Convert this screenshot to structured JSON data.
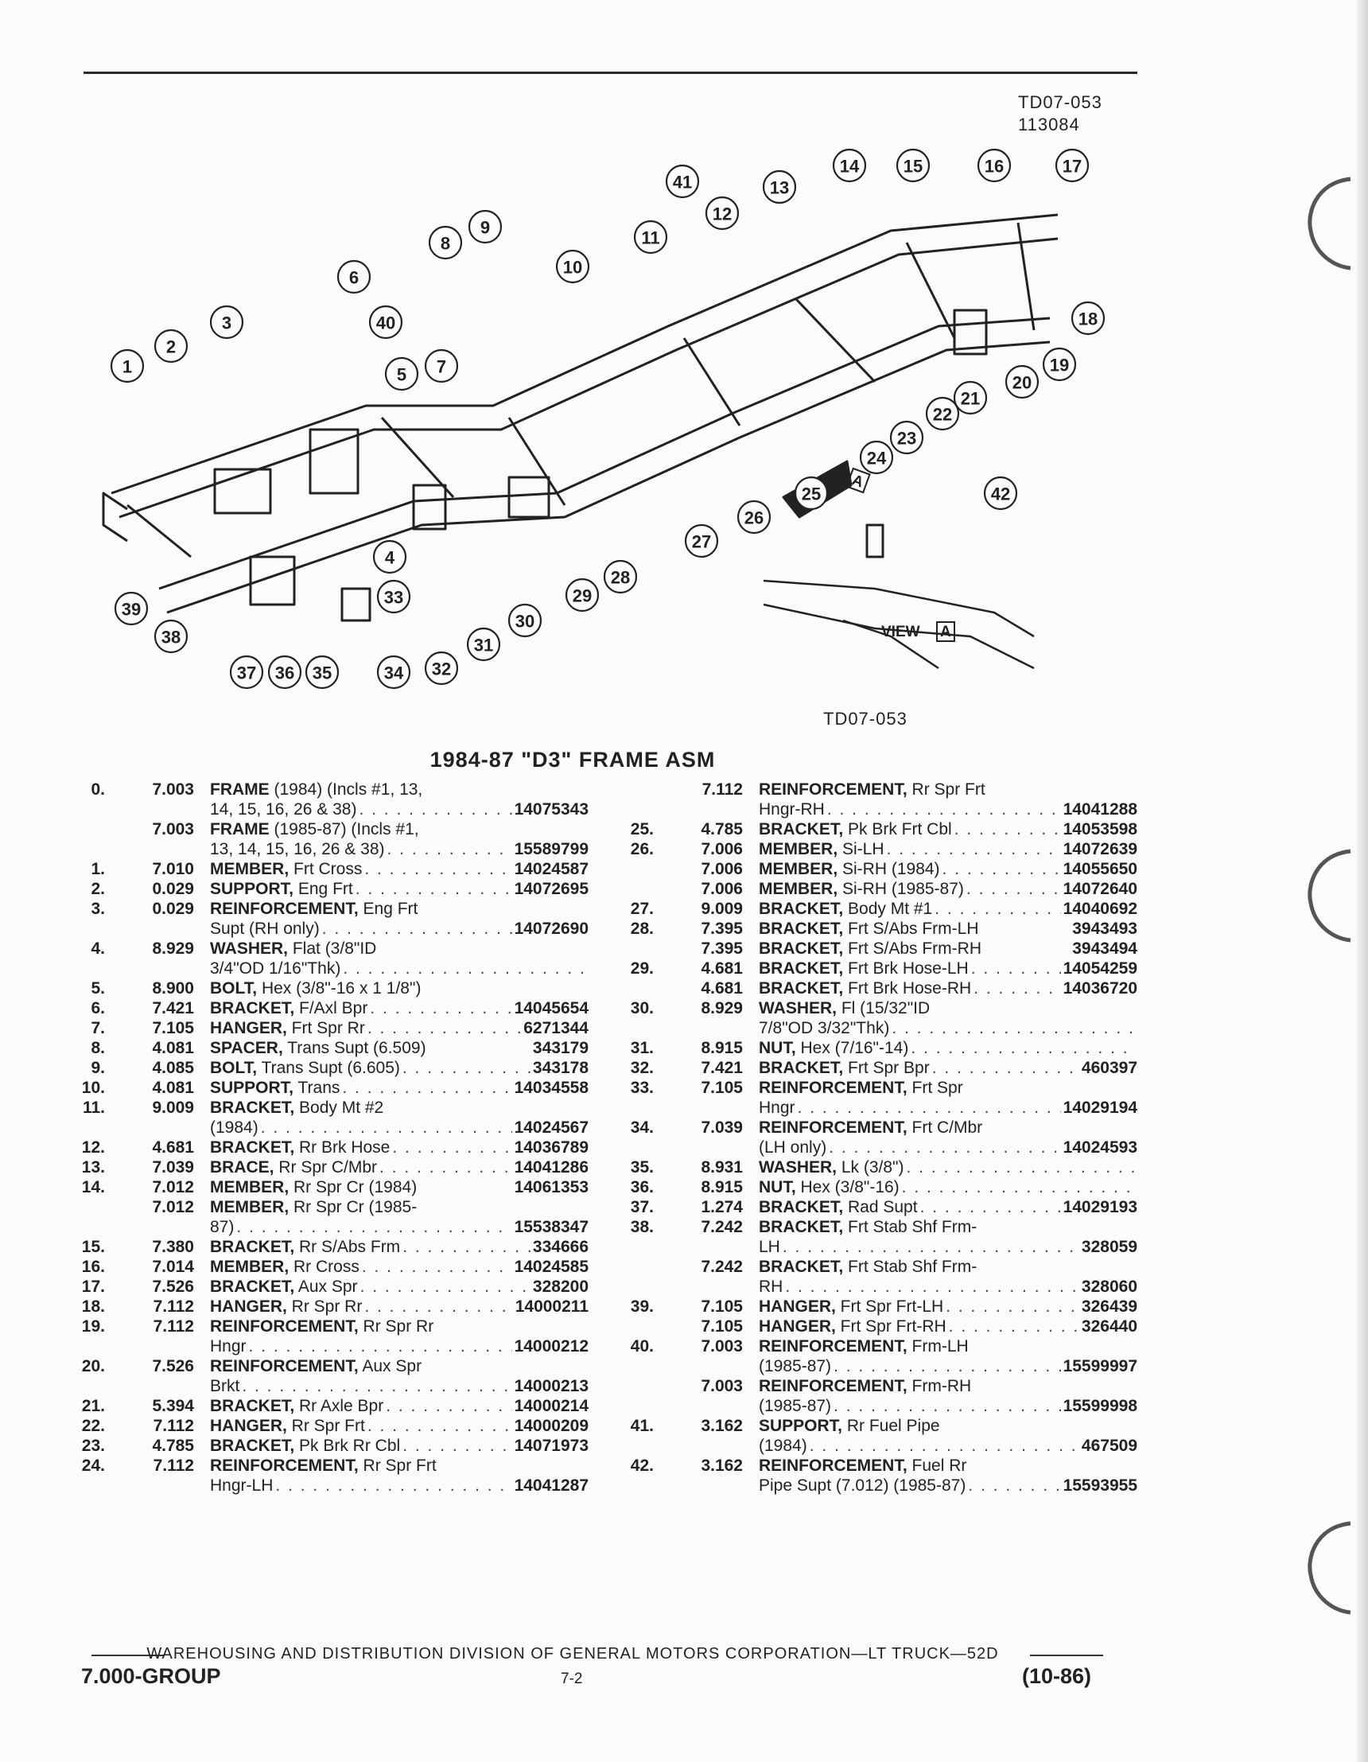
{
  "header": {
    "ref_code": "TD07-053",
    "ref_number": "113084",
    "figure_ref": "TD07-053"
  },
  "figure": {
    "view_label": "VIEW",
    "view_letter": "A",
    "callouts": [
      "1",
      "2",
      "3",
      "4",
      "5",
      "6",
      "7",
      "8",
      "9",
      "10",
      "11",
      "12",
      "13",
      "14",
      "15",
      "16",
      "17",
      "18",
      "19",
      "20",
      "21",
      "22",
      "23",
      "24",
      "25",
      "26",
      "27",
      "28",
      "29",
      "30",
      "31",
      "32",
      "33",
      "34",
      "35",
      "36",
      "37",
      "38",
      "39",
      "40",
      "41",
      "42"
    ]
  },
  "title": "1984-87 \"D3\" FRAME ASM",
  "parts_left": [
    {
      "num": "0.",
      "grp": "7.003",
      "lines": [
        {
          "b": "FRAME",
          "t": " (1984) (Incls #1, 13,"
        },
        {
          "t": "14, 15, 16, 26 & 38)",
          "pn": "14075343"
        }
      ]
    },
    {
      "num": "",
      "grp": "7.003",
      "lines": [
        {
          "b": "FRAME",
          "t": " (1985-87) (Incls #1,"
        },
        {
          "t": "13, 14, 15, 16, 26 & 38)",
          "pn": "15589799"
        }
      ]
    },
    {
      "num": "1.",
      "grp": "7.010",
      "lines": [
        {
          "b": "MEMBER,",
          "t": " Frt Cross",
          "pn": "14024587"
        }
      ]
    },
    {
      "num": "2.",
      "grp": "0.029",
      "lines": [
        {
          "b": "SUPPORT,",
          "t": " Eng Frt",
          "pn": "14072695"
        }
      ]
    },
    {
      "num": "3.",
      "grp": "0.029",
      "lines": [
        {
          "b": "REINFORCEMENT,",
          "t": " Eng Frt"
        },
        {
          "t": "Supt (RH only)",
          "pn": "14072690"
        }
      ]
    },
    {
      "num": "4.",
      "grp": "8.929",
      "lines": [
        {
          "b": "WASHER,",
          "t": " Flat (3/8\"ID"
        },
        {
          "t": "3/4\"OD 1/16\"Thk)",
          "pn": ""
        }
      ]
    },
    {
      "num": "5.",
      "grp": "8.900",
      "lines": [
        {
          "b": "BOLT,",
          "t": " Hex (3/8\"-16 x 1 1/8\")"
        }
      ]
    },
    {
      "num": "6.",
      "grp": "7.421",
      "lines": [
        {
          "b": "BRACKET,",
          "t": " F/Axl Bpr",
          "pn": "14045654"
        }
      ]
    },
    {
      "num": "7.",
      "grp": "7.105",
      "lines": [
        {
          "b": "HANGER,",
          "t": " Frt Spr Rr",
          "pn": "6271344"
        }
      ]
    },
    {
      "num": "8.",
      "grp": "4.081",
      "lines": [
        {
          "b": "SPACER,",
          "t": " Trans Supt (6.509)",
          "pn": "343179",
          "nodots": true
        }
      ]
    },
    {
      "num": "9.",
      "grp": "4.085",
      "lines": [
        {
          "b": "BOLT,",
          "t": " Trans Supt (6.605)",
          "pn": "343178"
        }
      ]
    },
    {
      "num": "10.",
      "grp": "4.081",
      "lines": [
        {
          "b": "SUPPORT,",
          "t": " Trans",
          "pn": "14034558"
        }
      ]
    },
    {
      "num": "11.",
      "grp": "9.009",
      "lines": [
        {
          "b": "BRACKET,",
          "t": " Body Mt #2"
        },
        {
          "t": "(1984)",
          "pn": "14024567"
        }
      ]
    },
    {
      "num": "12.",
      "grp": "4.681",
      "lines": [
        {
          "b": "BRACKET,",
          "t": " Rr Brk Hose",
          "pn": "14036789"
        }
      ]
    },
    {
      "num": "13.",
      "grp": "7.039",
      "lines": [
        {
          "b": "BRACE,",
          "t": " Rr Spr C/Mbr",
          "pn": "14041286"
        }
      ]
    },
    {
      "num": "14.",
      "grp": "7.012",
      "lines": [
        {
          "b": "MEMBER,",
          "t": " Rr Spr Cr (1984)",
          "pn": "14061353",
          "nodots": true
        }
      ]
    },
    {
      "num": "",
      "grp": "7.012",
      "lines": [
        {
          "b": "MEMBER,",
          "t": " Rr Spr Cr (1985-"
        },
        {
          "t": "87)",
          "pn": "15538347"
        }
      ]
    },
    {
      "num": "15.",
      "grp": "7.380",
      "lines": [
        {
          "b": "BRACKET,",
          "t": " Rr S/Abs Frm",
          "pn": "334666"
        }
      ]
    },
    {
      "num": "16.",
      "grp": "7.014",
      "lines": [
        {
          "b": "MEMBER,",
          "t": " Rr Cross",
          "pn": "14024585"
        }
      ]
    },
    {
      "num": "17.",
      "grp": "7.526",
      "lines": [
        {
          "b": "BRACKET,",
          "t": " Aux Spr",
          "pn": "328200"
        }
      ]
    },
    {
      "num": "18.",
      "grp": "7.112",
      "lines": [
        {
          "b": "HANGER,",
          "t": " Rr Spr Rr",
          "pn": "14000211"
        }
      ]
    },
    {
      "num": "19.",
      "grp": "7.112",
      "lines": [
        {
          "b": "REINFORCEMENT,",
          "t": " Rr Spr Rr"
        },
        {
          "t": "Hngr",
          "pn": "14000212"
        }
      ]
    },
    {
      "num": "20.",
      "grp": "7.526",
      "lines": [
        {
          "b": "REINFORCEMENT,",
          "t": " Aux Spr"
        },
        {
          "t": "Brkt",
          "pn": "14000213"
        }
      ]
    },
    {
      "num": "21.",
      "grp": "5.394",
      "lines": [
        {
          "b": "BRACKET,",
          "t": " Rr Axle Bpr",
          "pn": "14000214"
        }
      ]
    },
    {
      "num": "22.",
      "grp": "7.112",
      "lines": [
        {
          "b": "HANGER,",
          "t": " Rr Spr Frt",
          "pn": "14000209"
        }
      ]
    },
    {
      "num": "23.",
      "grp": "4.785",
      "lines": [
        {
          "b": "BRACKET,",
          "t": " Pk Brk Rr Cbl",
          "pn": "14071973"
        }
      ]
    },
    {
      "num": "24.",
      "grp": "7.112",
      "lines": [
        {
          "b": "REINFORCEMENT,",
          "t": " Rr Spr Frt"
        },
        {
          "t": "Hngr-LH",
          "pn": "14041287"
        }
      ]
    }
  ],
  "parts_right": [
    {
      "num": "",
      "grp": "7.112",
      "lines": [
        {
          "b": "REINFORCEMENT,",
          "t": " Rr Spr Frt"
        },
        {
          "t": "Hngr-RH",
          "pn": "14041288"
        }
      ]
    },
    {
      "num": "25.",
      "grp": "4.785",
      "lines": [
        {
          "b": "BRACKET,",
          "t": " Pk Brk Frt Cbl",
          "pn": "14053598"
        }
      ]
    },
    {
      "num": "26.",
      "grp": "7.006",
      "lines": [
        {
          "b": "MEMBER,",
          "t": " Si-LH",
          "pn": "14072639"
        }
      ]
    },
    {
      "num": "",
      "grp": "7.006",
      "lines": [
        {
          "b": "MEMBER,",
          "t": " Si-RH (1984)",
          "pn": "14055650"
        }
      ]
    },
    {
      "num": "",
      "grp": "7.006",
      "lines": [
        {
          "b": "MEMBER,",
          "t": " Si-RH (1985-87)",
          "pn": "14072640"
        }
      ]
    },
    {
      "num": "27.",
      "grp": "9.009",
      "lines": [
        {
          "b": "BRACKET,",
          "t": " Body Mt #1",
          "pn": "14040692"
        }
      ]
    },
    {
      "num": "28.",
      "grp": "7.395",
      "lines": [
        {
          "b": "BRACKET,",
          "t": " Frt S/Abs Frm-LH",
          "pn": "3943493",
          "nodots": true
        }
      ]
    },
    {
      "num": "",
      "grp": "7.395",
      "lines": [
        {
          "b": "BRACKET,",
          "t": " Frt S/Abs Frm-RH",
          "pn": "3943494",
          "nodots": true
        }
      ]
    },
    {
      "num": "29.",
      "grp": "4.681",
      "lines": [
        {
          "b": "BRACKET,",
          "t": " Frt Brk Hose-LH",
          "pn": "14054259"
        }
      ]
    },
    {
      "num": "",
      "grp": "4.681",
      "lines": [
        {
          "b": "BRACKET,",
          "t": " Frt Brk Hose-RH",
          "pn": "14036720"
        }
      ]
    },
    {
      "num": "30.",
      "grp": "8.929",
      "lines": [
        {
          "b": "WASHER,",
          "t": " Fl (15/32\"ID"
        },
        {
          "t": "7/8\"OD 3/32\"Thk)",
          "pn": ""
        }
      ]
    },
    {
      "num": "31.",
      "grp": "8.915",
      "lines": [
        {
          "b": "NUT,",
          "t": " Hex (7/16\"-14)",
          "pn": ""
        }
      ]
    },
    {
      "num": "32.",
      "grp": "7.421",
      "lines": [
        {
          "b": "BRACKET,",
          "t": " Frt Spr Bpr",
          "pn": "460397"
        }
      ]
    },
    {
      "num": "33.",
      "grp": "7.105",
      "lines": [
        {
          "b": "REINFORCEMENT,",
          "t": " Frt Spr"
        },
        {
          "t": "Hngr",
          "pn": "14029194"
        }
      ]
    },
    {
      "num": "34.",
      "grp": "7.039",
      "lines": [
        {
          "b": "REINFORCEMENT,",
          "t": " Frt C/Mbr"
        },
        {
          "t": "(LH only)",
          "pn": "14024593"
        }
      ]
    },
    {
      "num": "35.",
      "grp": "8.931",
      "lines": [
        {
          "b": "WASHER,",
          "t": " Lk (3/8\")",
          "pn": ""
        }
      ]
    },
    {
      "num": "36.",
      "grp": "8.915",
      "lines": [
        {
          "b": "NUT,",
          "t": " Hex (3/8\"-16)",
          "pn": ""
        }
      ]
    },
    {
      "num": "37.",
      "grp": "1.274",
      "lines": [
        {
          "b": "BRACKET,",
          "t": " Rad Supt",
          "pn": "14029193"
        }
      ]
    },
    {
      "num": "38.",
      "grp": "7.242",
      "lines": [
        {
          "b": "BRACKET,",
          "t": " Frt Stab Shf Frm-"
        },
        {
          "t": "LH",
          "pn": "328059"
        }
      ]
    },
    {
      "num": "",
      "grp": "7.242",
      "lines": [
        {
          "b": "BRACKET,",
          "t": " Frt Stab Shf Frm-"
        },
        {
          "t": "RH",
          "pn": "328060"
        }
      ]
    },
    {
      "num": "39.",
      "grp": "7.105",
      "lines": [
        {
          "b": "HANGER,",
          "t": " Frt Spr Frt-LH",
          "pn": "326439"
        }
      ]
    },
    {
      "num": "",
      "grp": "7.105",
      "lines": [
        {
          "b": "HANGER,",
          "t": " Frt Spr Frt-RH",
          "pn": "326440"
        }
      ]
    },
    {
      "num": "40.",
      "grp": "7.003",
      "lines": [
        {
          "b": "REINFORCEMENT,",
          "t": " Frm-LH"
        },
        {
          "t": "(1985-87)",
          "pn": "15599997"
        }
      ]
    },
    {
      "num": "",
      "grp": "7.003",
      "lines": [
        {
          "b": "REINFORCEMENT,",
          "t": " Frm-RH"
        },
        {
          "t": "(1985-87)",
          "pn": "15599998"
        }
      ]
    },
    {
      "num": "41.",
      "grp": "3.162",
      "lines": [
        {
          "b": "SUPPORT,",
          "t": " Rr Fuel Pipe"
        },
        {
          "t": "(1984)",
          "pn": "467509"
        }
      ]
    },
    {
      "num": "42.",
      "grp": "3.162",
      "lines": [
        {
          "b": "REINFORCEMENT,",
          "t": " Fuel Rr"
        },
        {
          "t": "Pipe Supt (7.012) (1985-87)",
          "pn": "15593955"
        }
      ]
    }
  ],
  "footer": {
    "division": "WAREHOUSING AND DISTRIBUTION DIVISION OF GENERAL MOTORS CORPORATION—LT TRUCK—52D",
    "group": "7.000-GROUP",
    "page": "7-2",
    "date": "(10-86)"
  }
}
